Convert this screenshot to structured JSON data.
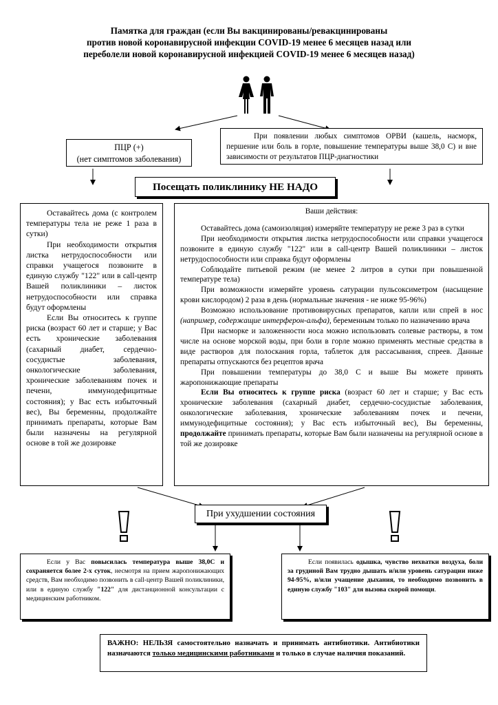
{
  "title": {
    "line1": "Памятка для граждан (если Вы вакцинированы/ревакцинированы",
    "line2": "против новой коронавирусной инфекции COVID-19 менее 6 месяцев назад или",
    "line3": "переболели новой коронавирусной инфекцией COVID-19 менее 6 месяцев назад)"
  },
  "pcr_box": {
    "line1": "ПЦР (+)",
    "line2": "(нет симптомов заболевания)"
  },
  "symptoms_box": {
    "text": "При появлении любых симптомов ОРВИ (кашель, насморк, першение или боль в горле, повышение температуры выше 38,0 С) и вне зависимости от результатов ПЦР-диагностики"
  },
  "no_clinic": {
    "text": "Посещать поликлинику НЕ НАДО"
  },
  "left_box": {
    "p1": "Оставайтесь дома (с контролем температуры тела не реже 1 раза в сутки)",
    "p2": "При необходимости открытия листка нетрудоспособности или справки учащегося позвоните в единую службу \"122\" или в call-центр Вашей поликлиники – листок нетрудоспособности или справка будут оформлены",
    "p3": "Если Вы относитесь к группе риска (возраст 60 лет и старше; у Вас есть хронические заболевания (сахарный диабет, сердечно-сосудистые заболевания, онкологические заболевания, хронические заболеваниям почек и печени, иммунодефицитные состояния); у Вас есть избыточный вес), Вы беременны, продолжайте принимать препараты, которые Вам были назначены на регулярной основе в той же дозировке"
  },
  "right_box": {
    "header": "Ваши действия:",
    "p1": "Оставайтесь дома (самоизоляция) измеряйте температуру не реже 3 раз в сутки",
    "p2": "При необходимости открытия листка нетрудоспособности или справки учащегося позвоните в единую службу \"122\" или в call-центр Вашей поликлиники – листок нетрудоспособности или справка будут оформлены",
    "p3": "Соблюдайте питьевой режим (не менее 2 литров в сутки при повышенной температуре тела)",
    "p4": "При возможности измеряйте уровень сатурации пульсоксиметром (насыщение крови кислородом) 2 раза в день (нормальные значения - не ниже 95-96%)",
    "p5_a": "Возможно использование противовирусных препаратов, капли или спрей в нос ",
    "p5_b": "(например, содержащие интерферон-альфа),",
    "p5_c": " беременным только по назначению врача",
    "p6": "При насморке и заложенности носа можно использовать солевые растворы, в том числе на основе морской воды, при боли в горле можно применять местные средства в виде растворов для полоскания горла, таблеток для рассасывания, спреев. Данные препараты отпускаются без рецептов врача",
    "p7": "При повышении температуры до 38,0 С и выше Вы можете принять жаропонижающие препараты",
    "p8_a": "Если Вы относитесь к группе риска",
    "p8_b": " (возраст 60 лет и старше; у Вас есть хронические заболевания (сахарный диабет, сердечно-сосудистые заболевания, онкологические заболевания, хронические заболеваниям почек и печени, иммунодефицитные состояния); у Вас есть избыточный вес), Вы беременны, ",
    "p8_c": "продолжайте",
    "p8_d": " принимать препараты, которые Вам были назначены на регулярной основе в той же дозировке"
  },
  "worsening": {
    "text": "При ухудшении состояния"
  },
  "temp_box": {
    "a": "Если у Вас ",
    "b": "повысилась температура выше 38,0С и сохраняется более 2-х суток",
    "c": ", несмотря на прием жаропонижающих средств, Вам необходимо позвонить в call-центр Вашей поликлиники, или в единую службу ",
    "d": "\"122\"",
    "e": " для дистанционной консультации с медицинским работником."
  },
  "breath_box": {
    "a": "Если появилась ",
    "b": "одышка, чувство нехватки воздуха, боли за грудиной Вам трудно дышать и/или уровень сатурации ниже 94-95%, и/или учащение дыхания, то необходимо позвонить в единую службу \"103\" для вызова скорой помощи",
    "c": "."
  },
  "important": {
    "a": "ВАЖНО: НЕЛЬЗЯ самостоятельно назначать и принимать антибиотики. Антибиотики назначаются ",
    "b": "только медицинскими работниками",
    "c": " и только в случае наличия показаний."
  },
  "icons": {
    "people": "woman-man-icon",
    "warning": "exclamation-icon"
  }
}
